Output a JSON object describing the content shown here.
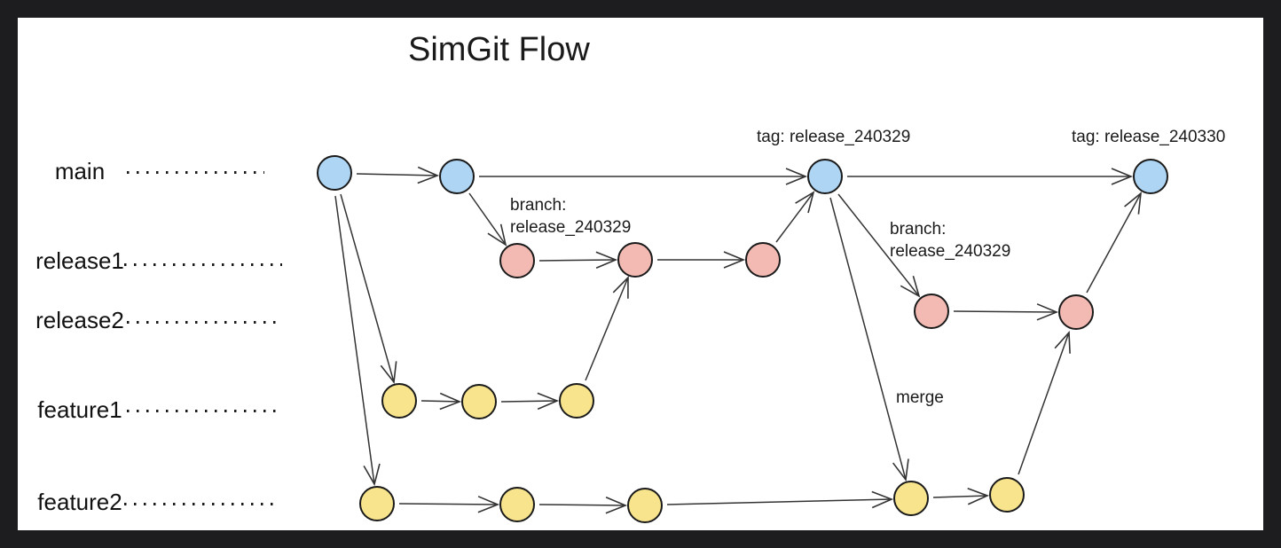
{
  "title": "SimGit Flow",
  "branches": [
    {
      "name": "main",
      "color": "#aed6f4",
      "commit_count": 4
    },
    {
      "name": "release1",
      "color": "#f2bab3",
      "commit_count": 3
    },
    {
      "name": "release2",
      "color": "#f2bab3",
      "commit_count": 2
    },
    {
      "name": "feature1",
      "color": "#f7e48c",
      "commit_count": 3
    },
    {
      "name": "feature2",
      "color": "#f7e48c",
      "commit_count": 5
    }
  ],
  "annotations": {
    "tag_release_240329": "tag: release_240329",
    "tag_release_240330": "tag: release_240330",
    "branch_label_1": {
      "line1": "branch:",
      "line2": "release_240329"
    },
    "branch_label_2": {
      "line1": "branch:",
      "line2": "release_240329"
    },
    "merge_label": "merge"
  },
  "graph": {
    "tags": [
      {
        "node": "main-3",
        "label": "tag: release_240329"
      },
      {
        "node": "main-4",
        "label": "tag: release_240330"
      }
    ],
    "edges": [
      {
        "from": "main-1",
        "to": "main-2"
      },
      {
        "from": "main-2",
        "to": "main-3"
      },
      {
        "from": "main-3",
        "to": "main-4"
      },
      {
        "from": "main-2",
        "to": "release1-1",
        "label": "branch: release_240329"
      },
      {
        "from": "release1-1",
        "to": "release1-2"
      },
      {
        "from": "release1-2",
        "to": "release1-3"
      },
      {
        "from": "release1-3",
        "to": "main-3"
      },
      {
        "from": "main-3",
        "to": "release2-1",
        "label": "branch: release_240329"
      },
      {
        "from": "release2-1",
        "to": "release2-2"
      },
      {
        "from": "release2-2",
        "to": "main-4"
      },
      {
        "from": "main-1",
        "to": "feature1-1"
      },
      {
        "from": "feature1-1",
        "to": "feature1-2"
      },
      {
        "from": "feature1-2",
        "to": "feature1-3"
      },
      {
        "from": "feature1-3",
        "to": "release1-2"
      },
      {
        "from": "main-1",
        "to": "feature2-1"
      },
      {
        "from": "feature2-1",
        "to": "feature2-2"
      },
      {
        "from": "feature2-2",
        "to": "feature2-3"
      },
      {
        "from": "feature2-3",
        "to": "feature2-4"
      },
      {
        "from": "main-3",
        "to": "feature2-4",
        "label": "merge"
      },
      {
        "from": "feature2-4",
        "to": "feature2-5"
      },
      {
        "from": "feature2-5",
        "to": "release2-2"
      }
    ]
  },
  "colors": {
    "frame": "#1d1d1f",
    "canvas": "#ffffff",
    "node_main": "#aed6f4",
    "node_release": "#f2bab3",
    "node_feature": "#f7e48c",
    "node_stroke": "#1a1a1a",
    "edge": "#333333",
    "text": "#1a1a1a"
  }
}
